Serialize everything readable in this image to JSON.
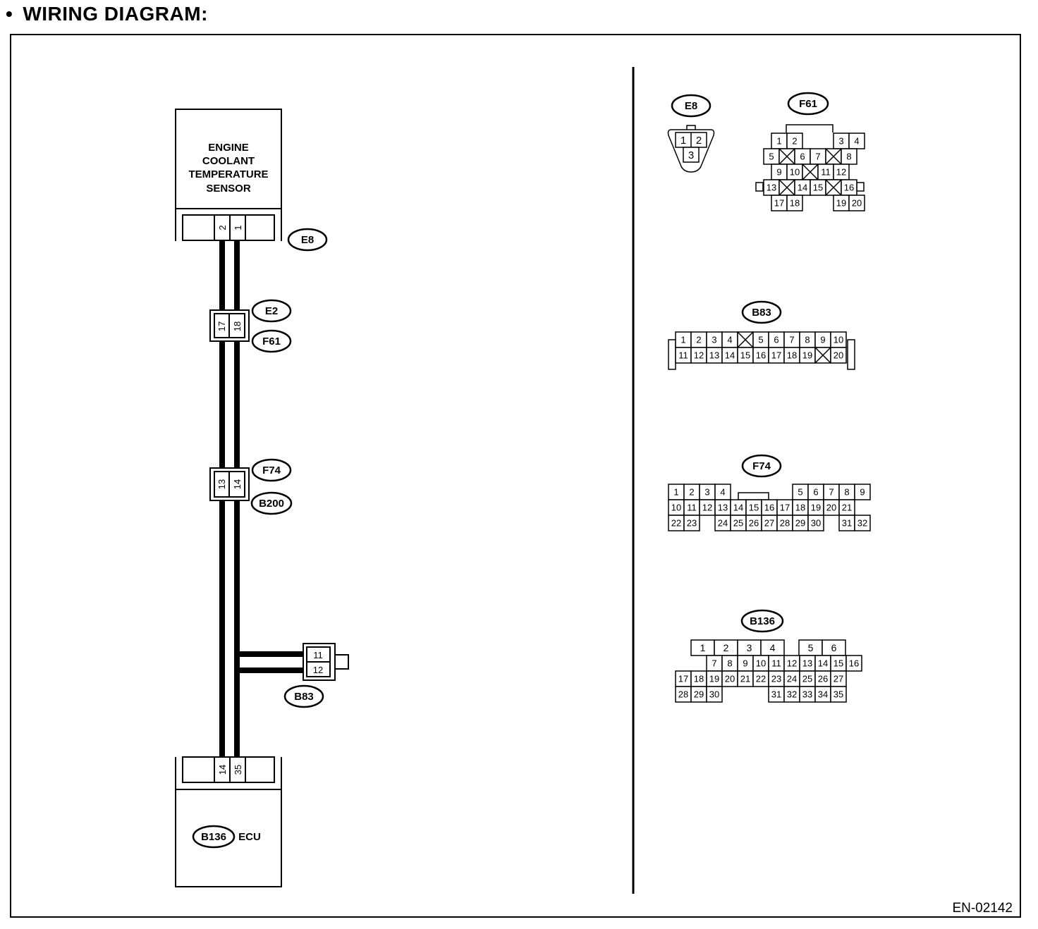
{
  "header": {
    "bullet": "•",
    "title": "WIRING DIAGRAM:"
  },
  "sensor": {
    "lines": [
      "ENGINE",
      "COOLANT",
      "TEMPERATURE",
      "SENSOR"
    ],
    "connector": "E8",
    "pins": [
      "2",
      "1"
    ]
  },
  "joint_1": {
    "pins": [
      "17",
      "18"
    ],
    "upper_connector": "E2",
    "lower_connector": "F61"
  },
  "joint_2": {
    "pins": [
      "13",
      "14"
    ],
    "upper_connector": "F74",
    "lower_connector": "B200"
  },
  "branch": {
    "connector": "B83",
    "pins": [
      "11",
      "12"
    ]
  },
  "ecu": {
    "pins": [
      "14",
      "35"
    ],
    "connector": "B136",
    "label": "ECU"
  },
  "connector_views": {
    "E8": {
      "name": "E8",
      "pins": [
        "1",
        "2",
        "3"
      ]
    },
    "F61": {
      "name": "F61",
      "pins": [
        "1",
        "2",
        "3",
        "4",
        "5",
        "6",
        "7",
        "8",
        "9",
        "10",
        "11",
        "12",
        "13",
        "14",
        "15",
        "16",
        "17",
        "18",
        "19",
        "20"
      ]
    },
    "B83": {
      "name": "B83",
      "pins": [
        "1",
        "2",
        "3",
        "4",
        "5",
        "6",
        "7",
        "8",
        "9",
        "10",
        "11",
        "12",
        "13",
        "14",
        "15",
        "16",
        "17",
        "18",
        "19",
        "20"
      ]
    },
    "F74": {
      "name": "F74",
      "pins": [
        "1",
        "2",
        "3",
        "4",
        "5",
        "6",
        "7",
        "8",
        "9",
        "10",
        "11",
        "12",
        "13",
        "14",
        "15",
        "16",
        "17",
        "18",
        "19",
        "20",
        "21",
        "22",
        "23",
        "24",
        "25",
        "26",
        "27",
        "28",
        "29",
        "30",
        "31",
        "32"
      ]
    },
    "B136": {
      "name": "B136",
      "pins": [
        "1",
        "2",
        "3",
        "4",
        "5",
        "6",
        "7",
        "8",
        "9",
        "10",
        "11",
        "12",
        "13",
        "14",
        "15",
        "16",
        "17",
        "18",
        "19",
        "20",
        "21",
        "22",
        "23",
        "24",
        "25",
        "26",
        "27",
        "28",
        "29",
        "30",
        "31",
        "32",
        "33",
        "34",
        "35"
      ]
    }
  },
  "footer": {
    "code": "EN-02142"
  }
}
